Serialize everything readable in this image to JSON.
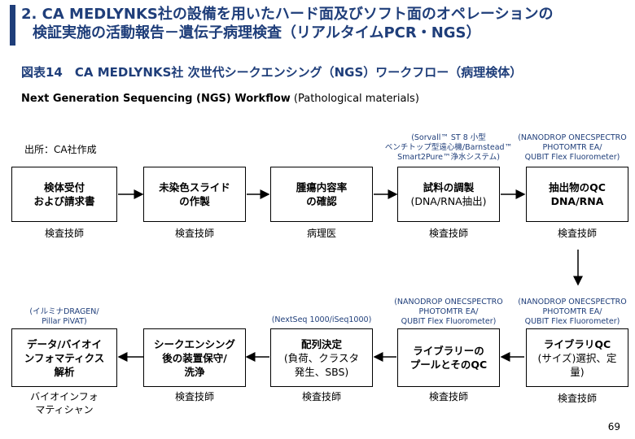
{
  "header": {
    "title_line1": "2. CA MEDLYNKS社の設備を用いたハード面及びソフト面のオペレーションの",
    "title_line2": "検証実施の活動報告－遺伝子病理検査（リアルタイムPCR・NGS）"
  },
  "figure": {
    "title": "図表14　CA MEDLYNKS社 次世代シークエンシング（NGS）ワークフロー（病理検体）",
    "subtitle_bold": "Next Generation Sequencing (NGS) Workflow",
    "subtitle_rest": " (Pathological materials)",
    "source": "出所：CA社作成"
  },
  "steps": [
    {
      "line1": "検体受付",
      "line2": "および請求書",
      "sub": "",
      "role": "検査技師",
      "note": ""
    },
    {
      "line1": "未染色スライド",
      "line2": "の作製",
      "sub": "",
      "role": "検査技師",
      "note": ""
    },
    {
      "line1": "腫瘍内容率",
      "line2": "の確認",
      "sub": "",
      "role": "病理医",
      "note": ""
    },
    {
      "line1": "試料の調製",
      "line2": "",
      "sub": "(DNA/RNA抽出)",
      "role": "検査技師",
      "note": "(Sorvall™ ST 8 小型\nベンチトップ型遠心機/Barnstead™\nSmart2Pure™浄水システム)"
    },
    {
      "line1": "抽出物のQC",
      "line2": "DNA/RNA",
      "sub": "",
      "role": "検査技師",
      "note": "(NANODROP ONECSPECTRO\nPHOTOMTR EA/\nQUBIT Flex Fluorometer)"
    },
    {
      "line1": "ライブラリQC",
      "line2": "",
      "sub": "(サイズ)選択、定\n量)",
      "role": "検査技師",
      "note": "(NANODROP ONECSPECTRO\nPHOTOMTR EA/\nQUBIT Flex Fluorometer)"
    },
    {
      "line1": "ライブラリーの",
      "line2": "プールとそのQC",
      "sub": "",
      "role": "検査技師",
      "note": "(NANODROP ONECSPECTRO\nPHOTOMTR EA/\nQUBIT Flex Fluorometer)"
    },
    {
      "line1": "配列決定",
      "line2": "",
      "sub": "(負荷、クラスタ\n発生、SBS)",
      "role": "検査技師",
      "note": "(NextSeq 1000/iSeq1000)"
    },
    {
      "line1": "シークエンシング",
      "line2": "後の装置保守/",
      "line3": "洗浄",
      "sub": "",
      "role": "検査技師",
      "note": ""
    },
    {
      "line1": "データ/バイオイ",
      "line2": "ンフォマティクス",
      "line3": "解析",
      "sub": "",
      "role": "バイオインフォ\nマティシャン",
      "note": "(イルミナDRAGEN/\nPillar PiVAT)"
    }
  ],
  "page_number": "69",
  "colors": {
    "accent": "#1f3e7a"
  }
}
